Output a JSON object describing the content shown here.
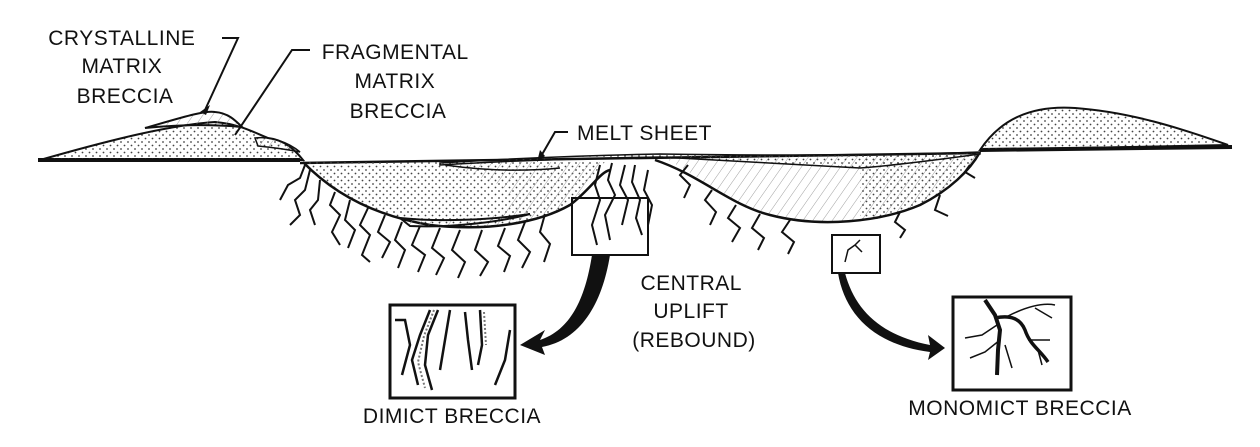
{
  "diagram": {
    "title": "Impact crater breccia types cross-section",
    "colors": {
      "ink": "#111111",
      "background": "#ffffff",
      "stipple": "#444444"
    },
    "labels": {
      "crystalline": [
        "CRYSTALLINE",
        "MATRIX",
        "BRECCIA"
      ],
      "fragmental": [
        "FRAGMENTAL",
        "MATRIX",
        "BRECCIA"
      ],
      "melt_sheet": "MELT SHEET",
      "central_uplift": [
        "CENTRAL",
        "UPLIFT",
        "(REBOUND)"
      ],
      "dimict": "DIMICT BRECCIA",
      "monomict": "MONOMICT BRECCIA"
    }
  }
}
